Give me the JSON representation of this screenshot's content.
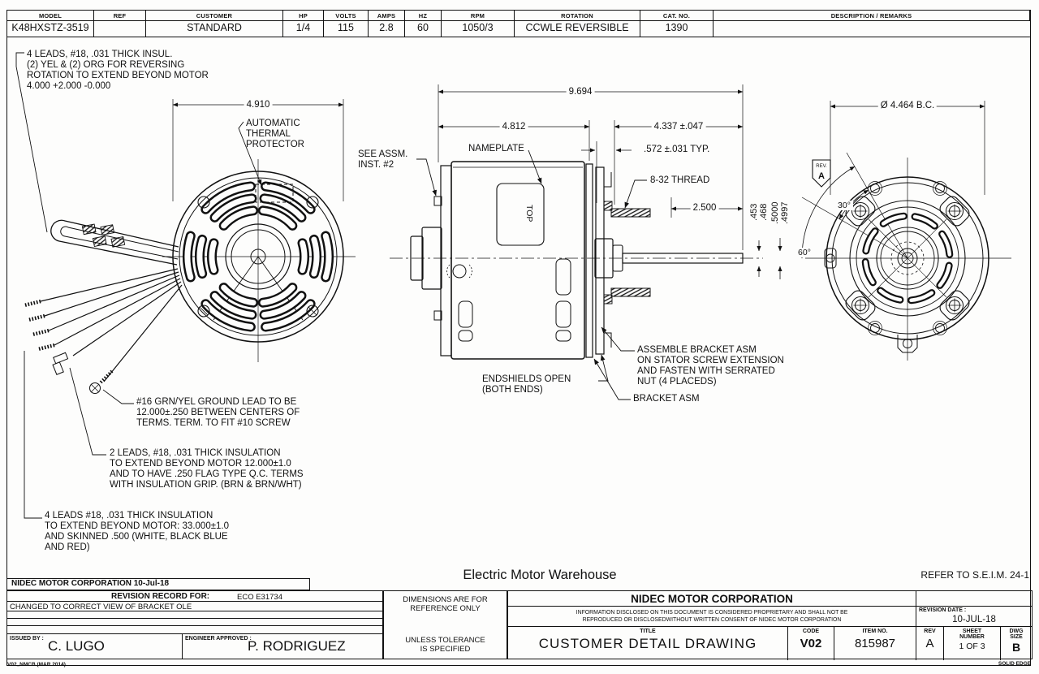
{
  "table": {
    "headers": [
      "MODEL",
      "REF",
      "CUSTOMER",
      "HP",
      "VOLTS",
      "AMPS",
      "HZ",
      "RPM",
      "ROTATION",
      "CAT. NO.",
      "DESCRIPTION / REMARKS"
    ],
    "values": [
      "K48HXSTZ-3519",
      "",
      "STANDARD",
      "1/4",
      "115",
      "2.8",
      "60",
      "1050/3",
      "CCWLE REVERSIBLE",
      "1390",
      ""
    ]
  },
  "annotations": {
    "leads4_top": "4 LEADS, #18, .031 THICK INSUL.\n(2) YEL & (2) ORG FOR REVERSING\nROTATION TO EXTEND BEYOND MOTOR\n4.000 +2.000 -0.000",
    "thermal": "AUTOMATIC\nTHERMAL\nPROTECTOR",
    "see_assm": "SEE ASSM.\nINST. #2",
    "nameplate": "NAMEPLATE",
    "top_label": "TOP",
    "thread": "8-32 THREAD",
    "endshields": "ENDSHIELDS OPEN\n(BOTH ENDS)",
    "bracket_asm": "BRACKET ASM",
    "assemble": "ASSEMBLE BRACKET ASM\nON STATOR SCREW EXTENSION\nAND FASTEN WITH SERRATED\nNUT (4 PLACEDS)",
    "ground": "#16 GRN/YEL GROUND LEAD TO BE\n12.000±.250 BETWEEN CENTERS OF\nTERMS. TERM. TO FIT #10 SCREW",
    "leads2": "2 LEADS, #18, .031 THICK INSULATION\nTO EXTEND BEYOND MOTOR 12.000±1.0\nAND TO HAVE .250 FLAG TYPE Q.C. TERMS\nWITH INSULATION GRIP. (BRN & BRN/WHT)",
    "leads4_bottom": "4 LEADS #18, .031 THICK INSULATION\nTO EXTEND BEYOND MOTOR: 33.000±1.0\nAND SKINNED .500 (WHITE, BLACK BLUE\nAND RED)"
  },
  "dimensions": {
    "front_width": "4.910",
    "overall": "9.694",
    "body": "4.812",
    "shaft_ext": "4.337 ±.047",
    "typ": ".572 ±.031 TYP.",
    "shaft_len": "2.500",
    "flat_a": ".453",
    "flat_b": ".468",
    "dia_a": ".5000",
    "dia_b": ".4997",
    "bolt_circle": "Ø 4.464 B.C.",
    "angle30": "30°",
    "angle60": "60°"
  },
  "rev_flag": {
    "label": "REV.",
    "value": "A"
  },
  "footer_notes": {
    "left": "NIDEC MOTOR CORPORATION 10-Jul-18",
    "center": "Electric Motor Warehouse",
    "right": "REFER TO S.E.I.M. 24-1"
  },
  "title_block": {
    "revision_record": {
      "title": "REVISION RECORD FOR:",
      "eco": "ECO E31734",
      "change": "CHANGED TO CORRECT VIEW OF BRACKET OLE",
      "issued_by_label": "ISSUED BY :",
      "issued_by": "C. LUGO",
      "engineer_label": "ENGINEER APPROVED :",
      "engineer": "P. RODRIGUEZ"
    },
    "dims_note": "DIMENSIONS ARE FOR\nREFERENCE ONLY",
    "tolerance_note": "UNLESS TOLERANCE\nIS SPECIFIED",
    "company": "NIDEC MOTOR CORPORATION",
    "disclaimer": "INFORMATION DISCLOSED ON THIS DOCUMENT IS CONSIDERED PROPRIETARY AND SHALL NOT BE\nREPRODUCED OR DISCLOSEDWITHOUT WRITTEN CONSENT OF NIDEC MOTOR CORPORATION",
    "revision_date_label": "REVISION DATE :",
    "revision_date": "10-JUL-18",
    "title_label": "TITLE",
    "title": "CUSTOMER  DETAIL  DRAWING",
    "code_label": "CODE",
    "code": "V02",
    "item_label": "ITEM NO.",
    "item": "815987",
    "rev_label": "REV",
    "rev": "A",
    "sheet_label": "SHEET\nNUMBER",
    "sheet": "1  OF  3",
    "size_label": "DWG\nSIZE",
    "size": "B",
    "form": "V02_NMCB (MAR 2014)",
    "cad": "SOLID EDGE"
  }
}
